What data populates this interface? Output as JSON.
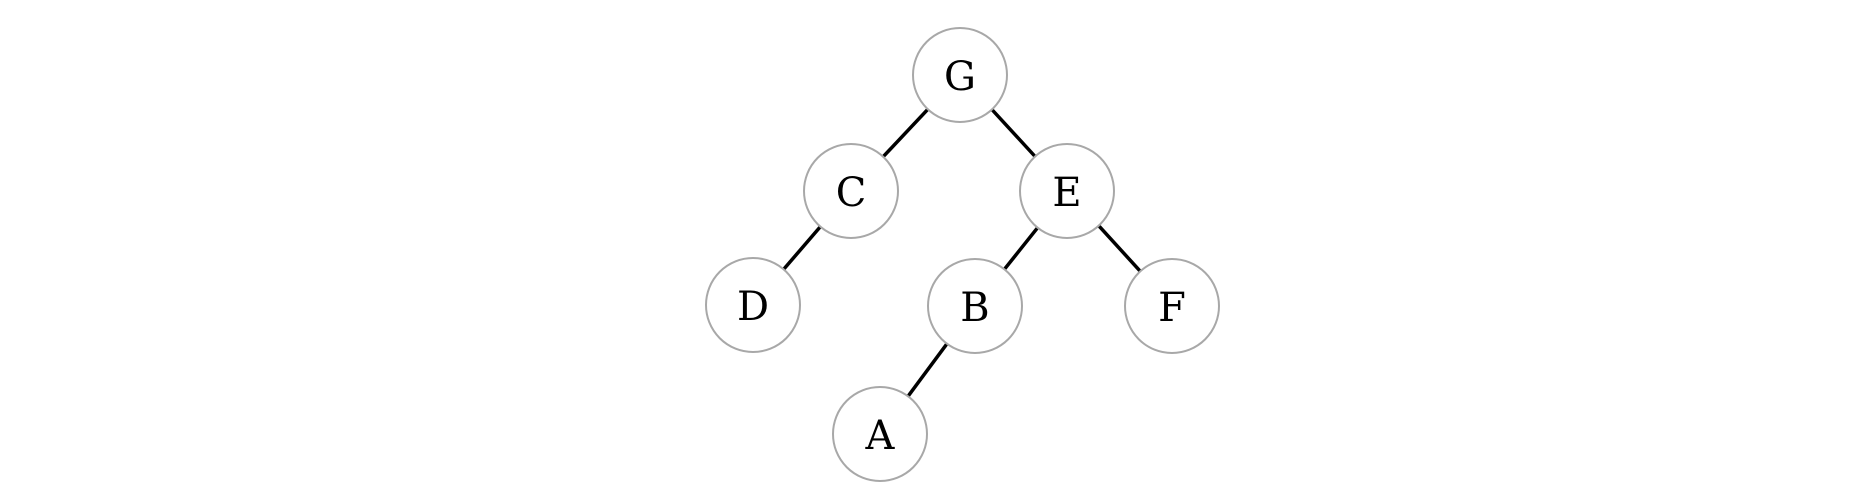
{
  "diagram": {
    "type": "binary-tree",
    "nodes": [
      {
        "id": "G",
        "label": "G"
      },
      {
        "id": "C",
        "label": "C"
      },
      {
        "id": "E",
        "label": "E"
      },
      {
        "id": "D",
        "label": "D"
      },
      {
        "id": "B",
        "label": "B"
      },
      {
        "id": "F",
        "label": "F"
      },
      {
        "id": "A",
        "label": "A"
      }
    ],
    "edges": [
      {
        "from": "G",
        "to": "C"
      },
      {
        "from": "G",
        "to": "E"
      },
      {
        "from": "C",
        "to": "D"
      },
      {
        "from": "E",
        "to": "B"
      },
      {
        "from": "E",
        "to": "F"
      },
      {
        "from": "B",
        "to": "A"
      }
    ],
    "colors": {
      "edge": "#000000",
      "node_border": "#a8a8a8",
      "node_fill": "#ffffff",
      "label": "#000000",
      "background": "#ffffff"
    }
  }
}
